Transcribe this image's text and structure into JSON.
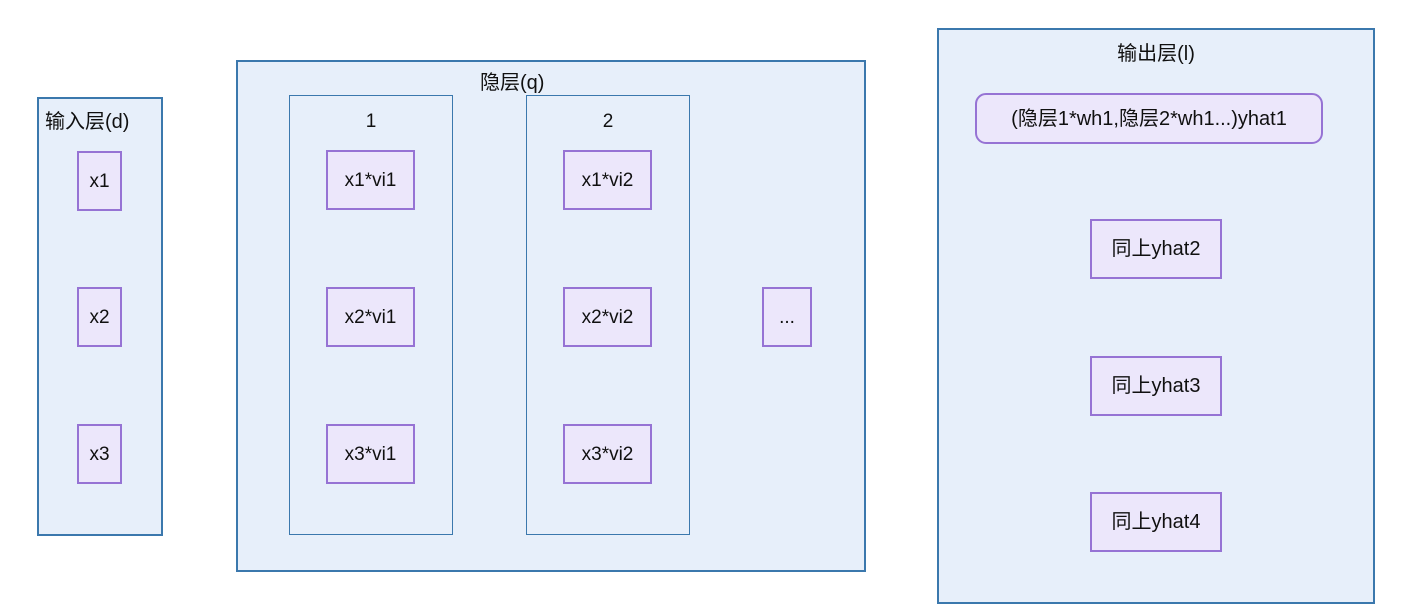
{
  "diagram": {
    "type": "neural-network-layer-diagram",
    "colors": {
      "container_border": "#3b78ad",
      "container_fill": "#e7effa",
      "node_border": "#9673d4",
      "node_fill": "#ece7fb",
      "text": "#101010",
      "page_background": "#ffffff"
    }
  },
  "input_layer": {
    "title": "输入层(d)",
    "nodes": [
      {
        "label": "x1"
      },
      {
        "label": "x2"
      },
      {
        "label": "x3"
      }
    ]
  },
  "hidden_layer": {
    "title": "隐层(q)",
    "groups": [
      {
        "label": "1",
        "nodes": [
          {
            "label": "x1*vi1"
          },
          {
            "label": "x2*vi1"
          },
          {
            "label": "x3*vi1"
          }
        ]
      },
      {
        "label": "2",
        "nodes": [
          {
            "label": "x1*vi2"
          },
          {
            "label": "x2*vi2"
          },
          {
            "label": "x3*vi2"
          }
        ]
      }
    ],
    "ellipsis_node": {
      "label": "..."
    }
  },
  "output_layer": {
    "title": "输出层(l)",
    "nodes": [
      {
        "label": "(隐层1*wh1,隐层2*wh1...)yhat1",
        "shape": "rounded"
      },
      {
        "label": "同上yhat2",
        "shape": "rect"
      },
      {
        "label": "同上yhat3",
        "shape": "rect"
      },
      {
        "label": "同上yhat4",
        "shape": "rect"
      }
    ]
  }
}
